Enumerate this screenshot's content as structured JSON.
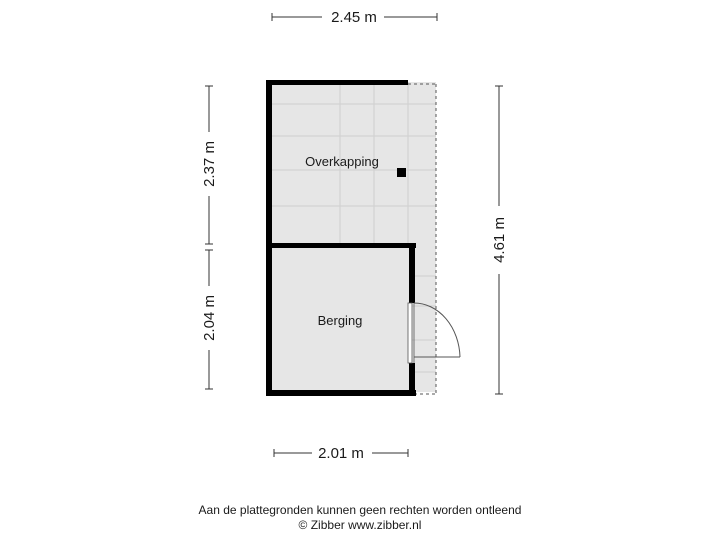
{
  "dimensions": {
    "top_width": "2.45 m",
    "bottom_width": "2.01 m",
    "left_upper": "2.37 m",
    "left_lower": "2.04 m",
    "right_total": "4.61 m"
  },
  "rooms": {
    "overkapping": "Overkapping",
    "berging": "Berging"
  },
  "footer": {
    "disclaimer": "Aan de plattegronden kunnen geen rechten worden ontleend",
    "copyright": "© Zibber www.zibber.nl"
  },
  "colors": {
    "wall": "#000000",
    "floor": "#e6e6e6",
    "tile_line": "#cfcfcf",
    "dimension_line": "#333333"
  }
}
